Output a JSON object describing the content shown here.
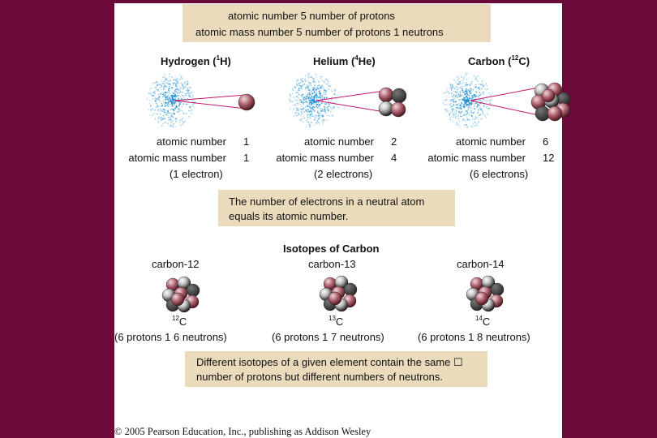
{
  "top_box": {
    "line1": "atomic number  5  number of protons",
    "line2": "atomic mass number  5  number of protons  1  neutrons"
  },
  "atoms": [
    {
      "name": "Hydrogen (",
      "sup": "1",
      "sym": "H)",
      "atomic_number_label": "atomic number",
      "atomic_number": "1",
      "mass_label": "atomic mass number",
      "mass": "1",
      "electrons": "(1 electron)"
    },
    {
      "name": "Helium (",
      "sup": "4",
      "sym": "He)",
      "atomic_number_label": "atomic number",
      "atomic_number": "2",
      "mass_label": "atomic mass number",
      "mass": "4",
      "electrons": "(2 electrons)"
    },
    {
      "name": "Carbon (",
      "sup": "12",
      "sym": "C)",
      "atomic_number_label": "atomic number",
      "atomic_number": "6",
      "mass_label": "atomic mass number",
      "mass": "12",
      "electrons": "(6 electrons)"
    }
  ],
  "mid_box": {
    "line1": "The number of electrons in a neutral atom",
    "line2": "equals its atomic number."
  },
  "isotopes_title": "Isotopes of Carbon",
  "isotopes": [
    {
      "label": "carbon-12",
      "sup": "12",
      "sym": "C",
      "composition": "(6 protons  1  6 neutrons)"
    },
    {
      "label": "carbon-13",
      "sup": "13",
      "sym": "C",
      "composition": "(6 protons  1  7 neutrons)"
    },
    {
      "label": "carbon-14",
      "sup": "14",
      "sym": "C",
      "composition": "(6 protons  1  8 neutrons)"
    }
  ],
  "bottom_box": {
    "line1": "Different isotopes of a given element contain the same ☐",
    "line2": "number of protons but different numbers of neutrons."
  },
  "copyright": "© 2005 Pearson Education, Inc., publishing as Addison Wesley",
  "colors": {
    "background": "#6b0a3a",
    "box": "#eadbbd",
    "proton": "#a85a68",
    "neutron": "#2b2b2b",
    "neutron_light": "#bdbdbd",
    "electron_cloud": "#1d8fd6",
    "orbit_line": "#c0186d"
  }
}
